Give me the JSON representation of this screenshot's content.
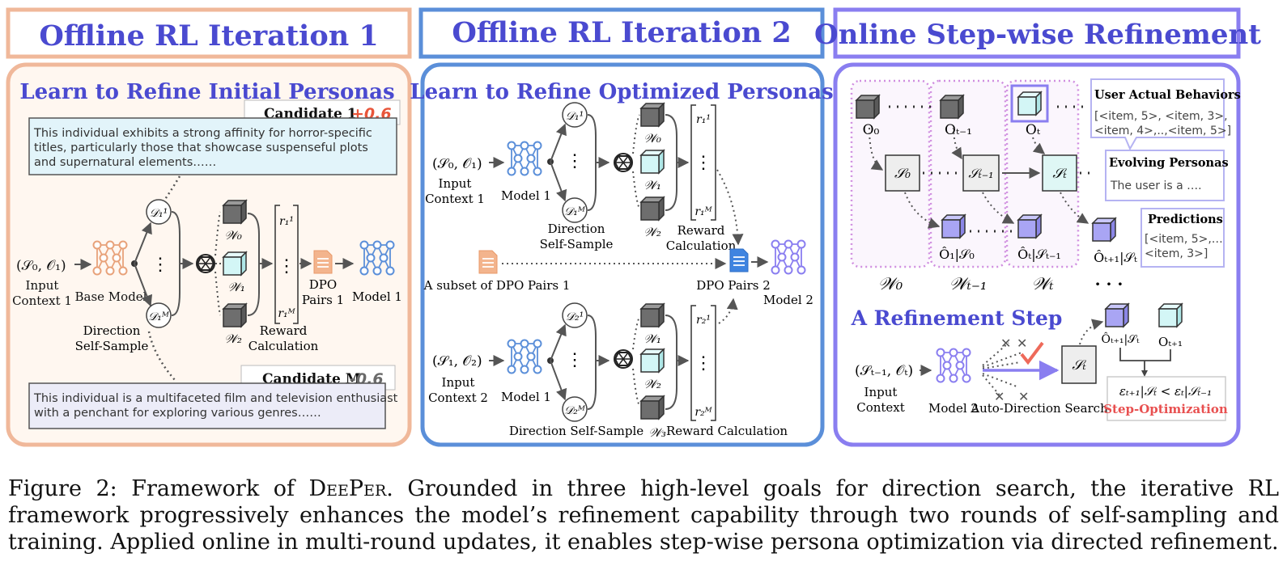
{
  "panel1": {
    "title": "Offline RL Iteration 1",
    "subtitle": "Learn to Refine Initial Personas",
    "candidate1": {
      "label": "Candidate 1",
      "score": "+0.6",
      "text_lines": [
        "This individual exhibits a strong affinity for horror-specific",
        "titles, particularly those that showcase suspenseful plots",
        "and supernatural elements……"
      ]
    },
    "candidateM": {
      "label": "Candidate M",
      "score": "-0.6",
      "text_lines": [
        "This individual is a multifaceted film and television enthusiast",
        "with a penchant for exploring various genres……"
      ]
    },
    "input": "(𝒮₀, 𝒪₁)",
    "input_label": [
      "Input",
      "Context 1"
    ],
    "base_model": "Base Model",
    "d_top": "𝒟₁¹",
    "d_bottom": "𝒟₁ᴹ",
    "dots": "⋮",
    "direction_label": [
      "Direction",
      "Self-Sample"
    ],
    "w0": "𝒲₀",
    "w1": "𝒲₁",
    "w2": "𝒲₂",
    "r_top": "r₁¹",
    "r_bottom": "r₁ᴹ",
    "reward_label": [
      "Reward",
      "Calculation"
    ],
    "dpo_label": [
      "DPO",
      "Pairs 1"
    ],
    "model_label": "Model 1"
  },
  "panel2": {
    "title": "Offline RL Iteration 2",
    "subtitle": "Learn to Refine Optimized Personas",
    "input_top": "(𝒮₀, 𝒪₁)",
    "input_top_label": [
      "Input",
      "Context 1"
    ],
    "model1_top": "Model 1",
    "d_top1": "𝒟₁¹",
    "d_top2": "𝒟₁ᴹ",
    "dots": "⋮",
    "dir_top": [
      "Direction",
      "Self-Sample"
    ],
    "w_top": [
      "𝒲₀",
      "𝒲₁",
      "𝒲₂"
    ],
    "r_top": [
      "r₁¹",
      "r₁ᴹ"
    ],
    "reward_top": [
      "Reward",
      "Calculation"
    ],
    "subset_label": "A subset of DPO Pairs 1",
    "dpo2_label": "DPO Pairs 2",
    "model2_label": "Model 2",
    "input_bot": "(𝒮₁, 𝒪₂)",
    "input_bot_label": [
      "Input",
      "Context 2"
    ],
    "model1_bot": "Model 1",
    "d_bot1": "𝒟₂¹",
    "d_bot2": "𝒟₂ᴹ",
    "dir_bot": "Direction Self-Sample",
    "w_bot": [
      "𝒲₁",
      "𝒲₂",
      "𝒲₃"
    ],
    "r_bot": [
      "r₂¹",
      "r₂ᴹ"
    ],
    "reward_bot": "Reward Calculation"
  },
  "panel3": {
    "title": "Online Step-wise Refinement",
    "o0": "O₀",
    "ot1": "Oₜ₋₁",
    "ot": "Oₜ",
    "s0": "𝒮₀",
    "st1": "𝒮ₜ₋₁",
    "st": "𝒮ₜ",
    "oh1": "Ô₁|𝒮₀",
    "oh2": "Ôₜ|𝒮ₜ₋₁",
    "oh3": "Ôₜ₊₁|𝒮ₜ",
    "w0": "𝒲₀",
    "wt1": "𝒲ₜ₋₁",
    "wt": "𝒲ₜ",
    "dots_h": "· · ·",
    "note1": {
      "title": "User Actual Behaviors",
      "lines": [
        "[<item, 5>, <item, 3>,",
        "<item, 4>,..,<item, 5>]"
      ]
    },
    "note2": {
      "title": "Evolving Personas",
      "lines": [
        "The user is a …."
      ]
    },
    "note3": {
      "title": "Predictions",
      "lines": [
        "[<item, 5>,…",
        "<item, 3>]"
      ]
    },
    "refine_title": "A Refinement Step",
    "input": "(𝒮ₜ₋₁, 𝒪ₜ)",
    "input_label": [
      "Input",
      "Context"
    ],
    "model_label": "Model 2",
    "search_label": "Auto-Direction Search",
    "st_box": "𝒮ₜ",
    "o_pred": "Ôₜ₊₁|𝒮ₜ",
    "o_next": "Oₜ₊₁",
    "ineq": "εₜ₊₁|𝒮ₜ < εₜ|𝒮ₜ₋₁",
    "step_opt": "Step-Optimization"
  },
  "caption": {
    "prefix": "Figure 2: Framework of ",
    "name": "DeePer",
    "rest": ". Grounded in three high-level goals for direction search, the iterative RL framework progressively enhances the model’s refinement capability through two rounds of self-sampling and training. Applied online in multi-round updates, it enables step-wise persona optimization via directed refinement."
  },
  "colors": {
    "orange": "#f0b89a",
    "blue": "#5b8fd9",
    "purple": "#8a7ef0",
    "title_text": "#4a4ad0",
    "score_pos": "#e8553a",
    "score_neg": "#6a6a6a",
    "step_opt": "#e85050"
  }
}
